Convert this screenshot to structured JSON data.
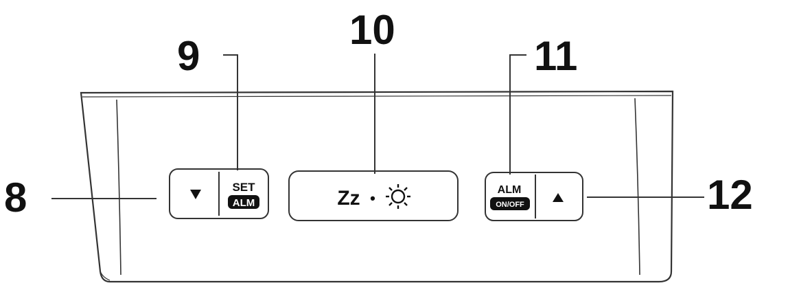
{
  "callouts": {
    "c8": "8",
    "c9": "9",
    "c10": "10",
    "c11": "11",
    "c12": "12"
  },
  "buttons": {
    "down": {
      "icon": "down-triangle-icon",
      "glyph": "▼"
    },
    "set_alm": {
      "top_label": "SET",
      "bottom_label": "ALM"
    },
    "snooze_light": {
      "snooze_text": "Zz",
      "separator": "•",
      "icon": "light-icon"
    },
    "alm_onoff": {
      "top_label": "ALM",
      "bottom_label": "ON/OFF"
    },
    "up": {
      "icon": "up-triangle-icon",
      "glyph": "▲"
    }
  },
  "colors": {
    "line": "#333333",
    "body": "#ffffff",
    "ink": "#111111"
  }
}
